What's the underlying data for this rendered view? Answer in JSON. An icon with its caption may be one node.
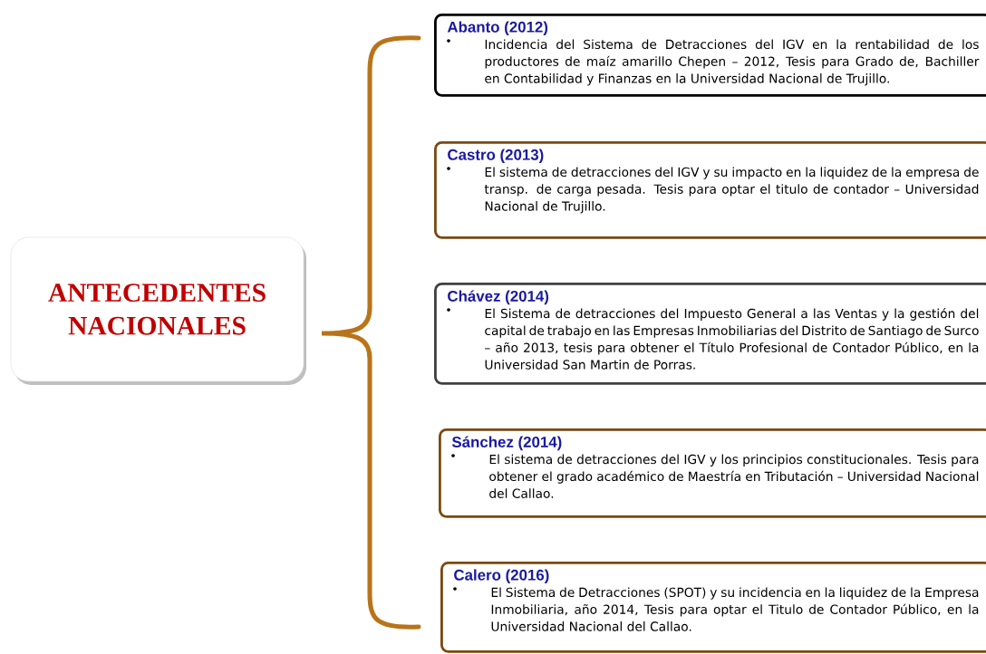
{
  "diagram": {
    "nodes": [
      {
        "text": [
          "ANTECEDENTES NACIONALES"
        ]
      },
      {
        "text": [
          "Abanto (2012)",
          "Incidencia del Sistema de Detracciones del IGV en la rentabilidad de los productores de maíz amarillo Chepen – 2012, Tesis para Grado de, Bachiller en Contabilidad y Finanzas en la Universidad Nacional de Trujillo."
        ]
      },
      {
        "text": [
          "Castro (2013)",
          "El sistema de detracciones del IGV y su impacto en la liquidez de la empresa de transp. de carga pesada. Tesis para optar el titulo de contador – Universidad Nacional de Trujillo."
        ]
      },
      {
        "text": [
          "Chávez (2014)",
          "El Sistema de detracciones del Impuesto General a las Ventas y la gestión del capital de trabajo en las Empresas Inmobiliarias del Distrito de Santiago de Surco – año 2013, tesis para obtener el Título Profesional de Contador Público, en la Universidad San Martin de Porras."
        ]
      },
      {
        "text": [
          "Sánchez (2014)",
          "El sistema de detracciones del IGV y los principios constitucionales. Tesis para obtener el grado académico de Maestría en Tributación – Universidad Nacional del Callao."
        ]
      },
      {
        "text": [
          "Calero (2016)",
          "El Sistema de Detracciones (SPOT) y su incidencia en la liquidez de la Empresa Inmobiliaria, año 2014, Tesis para optar el Titulo de Contador Público, en la Universidad Nacional del Callao."
        ]
      }
    ]
  }
}
